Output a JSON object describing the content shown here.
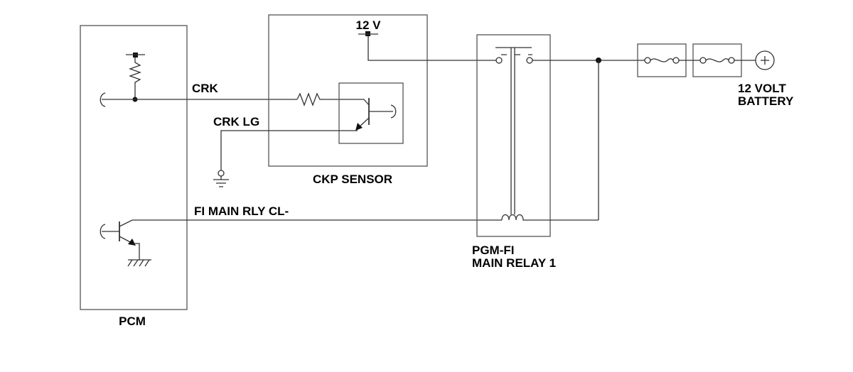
{
  "diagram": {
    "components": {
      "pcm": "PCM",
      "ckp_sensor": "CKP SENSOR",
      "relay_line1": "PGM-FI",
      "relay_line2": "MAIN RELAY 1",
      "battery_line1": "12 VOLT",
      "battery_line2": "BATTERY"
    },
    "signals": {
      "crk": "CRK",
      "crk_lg": "CRK LG",
      "fi_main_rly": "FI MAIN RLY CL-",
      "supply": "12 V"
    },
    "colors": {
      "line": "#333333",
      "text": "#000000",
      "background": "#ffffff"
    }
  }
}
